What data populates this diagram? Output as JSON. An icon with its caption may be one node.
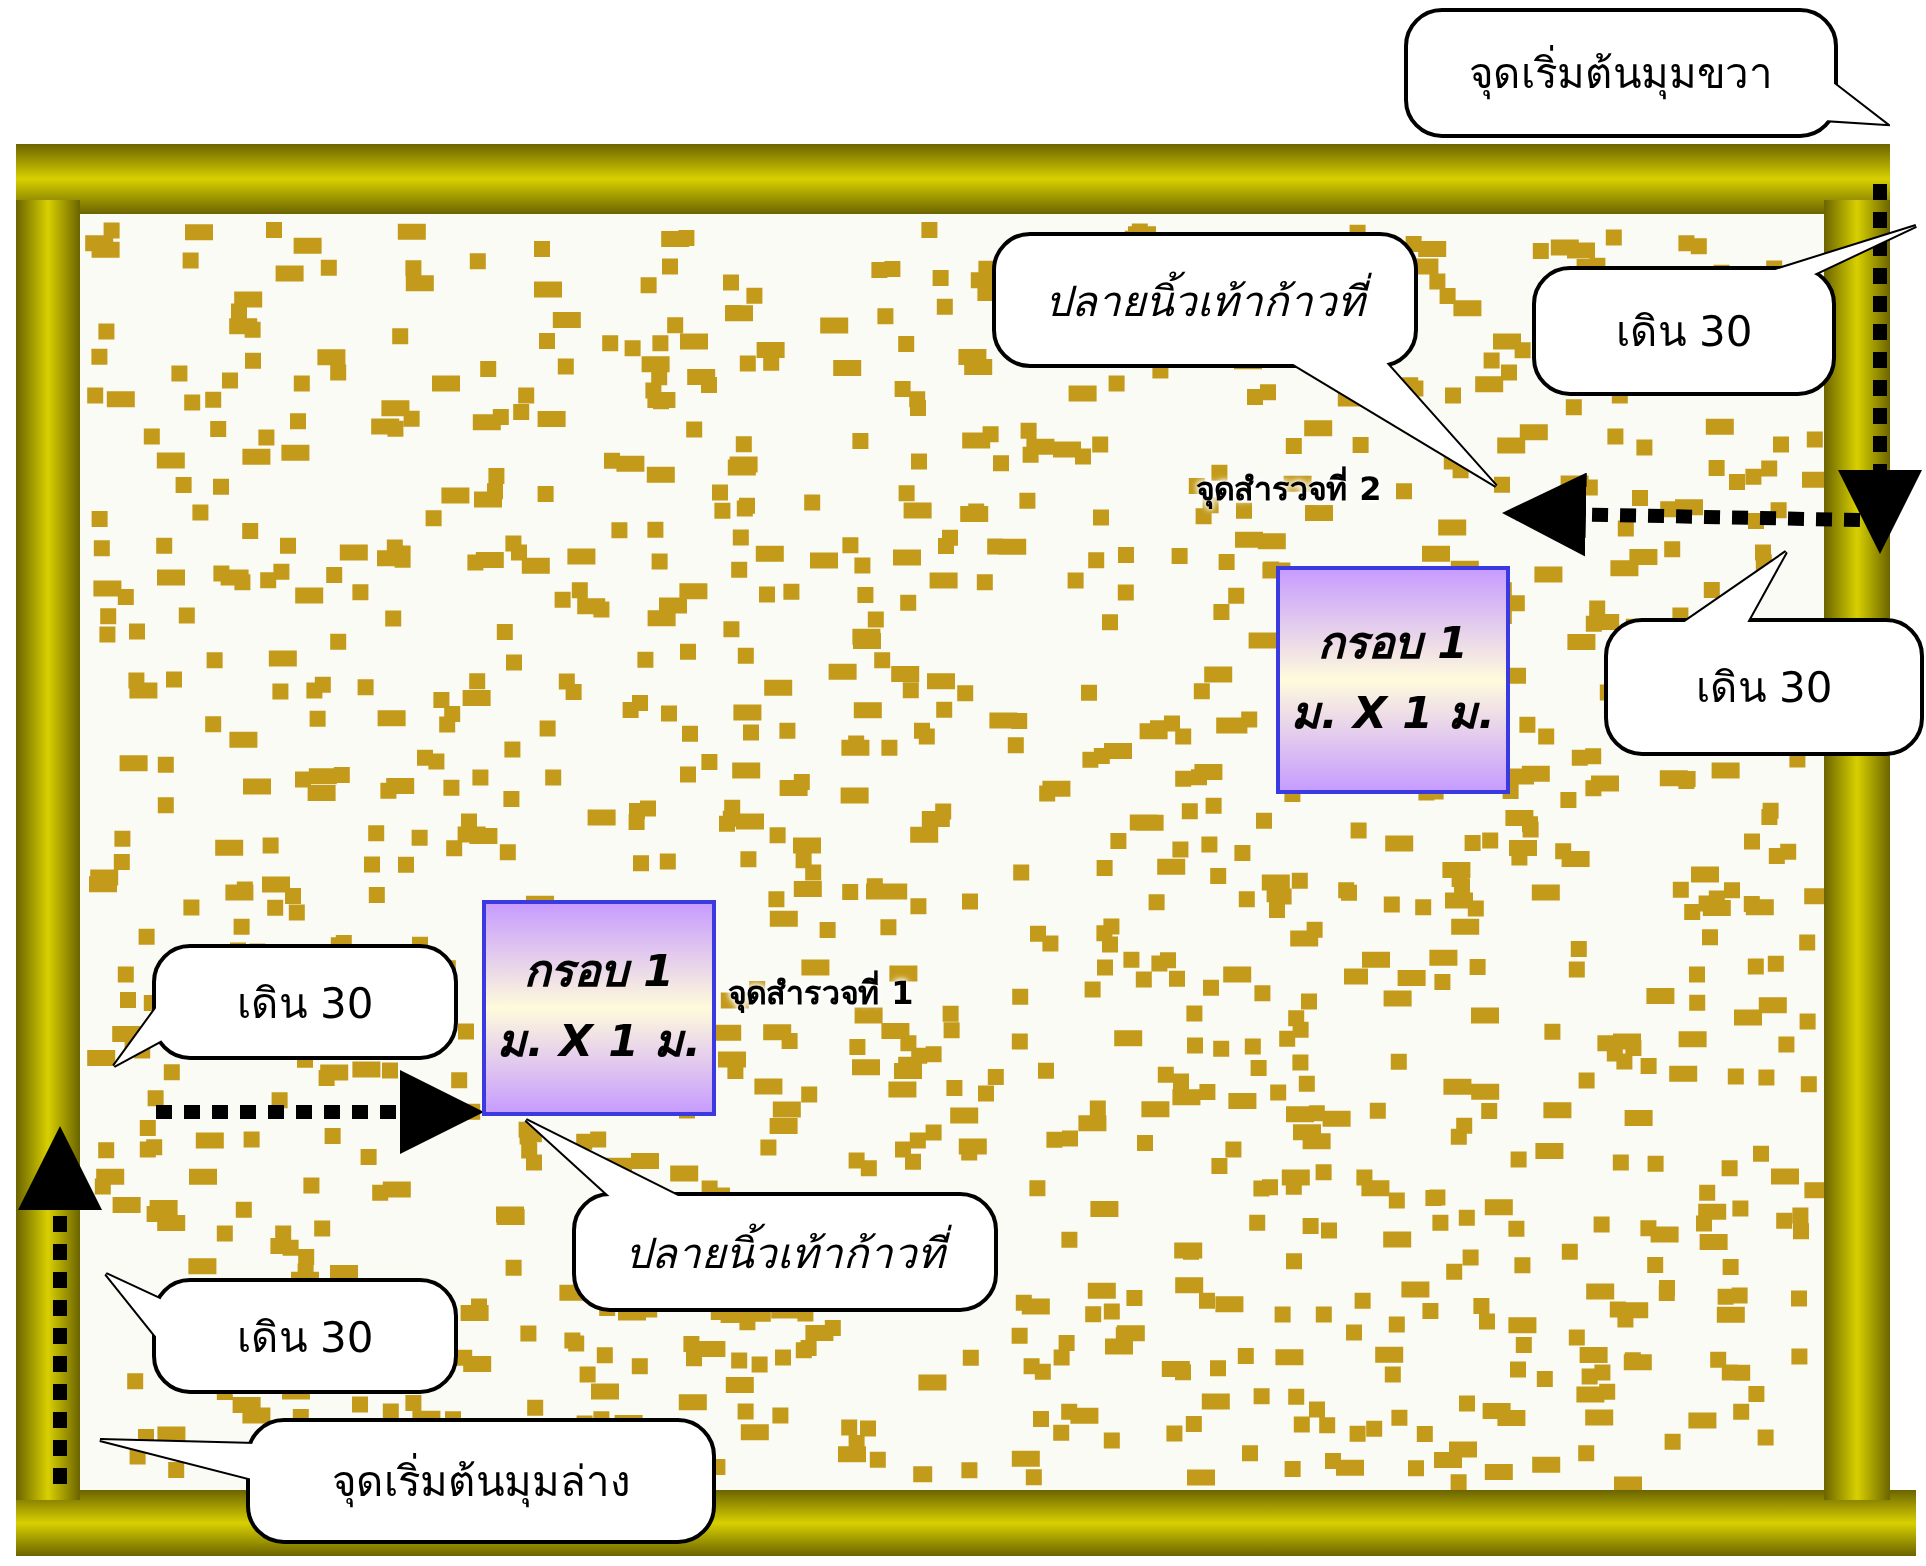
{
  "diagram": {
    "nodes": [
      {
        "text": [
          "จุดเริ่มต้นมุมขวา"
        ]
      },
      {
        "text": [
          "ปลายนิ้วเท้าก้าวที่"
        ]
      },
      {
        "text": [
          "เดิน 30"
        ]
      },
      {
        "text": [
          "จุดสำรวจที่ 2"
        ]
      },
      {
        "text": [
          "กรอบ 1",
          "ม. X 1 ม."
        ]
      },
      {
        "text": [
          "เดิน 30"
        ]
      },
      {
        "text": [
          "กรอบ 1",
          "ม. X 1 ม."
        ],
        "beside": [
          "จุดสำรวจที่ 1"
        ]
      },
      {
        "text": [
          "เดิน 30"
        ]
      },
      {
        "text": [
          "ปลายนิ้วเท้าก้าวที่"
        ]
      },
      {
        "text": [
          "เดิน 30"
        ]
      },
      {
        "text": [
          "จุดเริ่มต้นมุมล่าง"
        ]
      }
    ],
    "edges": [
      {
        "from": null,
        "to": 3,
        "arrow": "to",
        "style": "dashed"
      },
      {
        "from": null,
        "to": 6,
        "arrow": "to",
        "style": "dashed"
      }
    ]
  }
}
